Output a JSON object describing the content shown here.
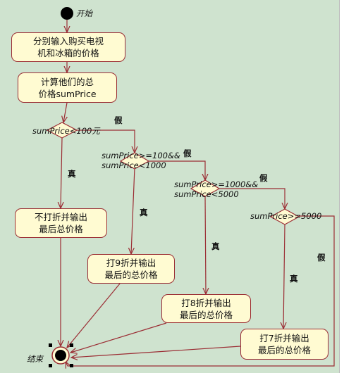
{
  "diagram": {
    "start_label": "开始",
    "end_label": "结束",
    "actions": {
      "input": "分别输入购买电视\n机和冰箱的价格",
      "sum": "计算他们的总\n价格sumPrice",
      "no_discount": "不打折并输出\n最后总价格",
      "discount_9": "打9折并输出\n最后的总价格",
      "discount_8": "打8折并输出\n最后的总价格",
      "discount_7": "打7折并输出\n最后的总价格"
    },
    "guards": {
      "cond1": "sumPrice<100元",
      "cond2": "sumPrice>=100&&\nsumPrice<1000",
      "cond3": "sumPrice>=1000&&\nsumPrice<5000",
      "cond4": "sumPrice>=5000"
    },
    "branch_labels": {
      "true1": "真",
      "false1": "假",
      "true2": "真",
      "false2": "假",
      "true3": "真",
      "false3": "假",
      "true4": "真",
      "false4": "假"
    },
    "colors": {
      "background": "#cfe3cf",
      "node_fill": "#fffbd2",
      "line": "#9b2d34",
      "dot": "#000000"
    }
  }
}
